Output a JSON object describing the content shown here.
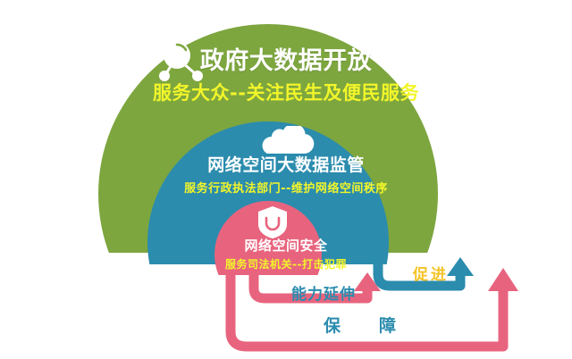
{
  "diagram": {
    "title_semantic": "government-big-data-open-hierarchy",
    "layers": [
      {
        "id": "green",
        "title": "政府大数据开放",
        "subtitle": "服务大众--关注民生及便民服务",
        "color": "#7da63f",
        "title_color": "#ffffff",
        "subtitle_color": "#f2f52a",
        "icon": "network-node-icon"
      },
      {
        "id": "blue",
        "title": "网络空间大数据监管",
        "subtitle": "服务行政执法部门--维护网络空间秩序",
        "color": "#2b8cae",
        "title_color": "#ffffff",
        "subtitle_color": "#f2f52a",
        "icon": "cloud-icon"
      },
      {
        "id": "pink",
        "title": "网络空间安全",
        "subtitle": "服务司法机关--打击犯罪",
        "color": "#e8647e",
        "title_color": "#ffffff",
        "subtitle_color": "#f2f52a",
        "icon": "shield-icon"
      }
    ],
    "arrows": [
      {
        "id": "cuijin",
        "label": "促进",
        "color": "#2b8cae",
        "label_color": "#f5c325",
        "direction": "up-right"
      },
      {
        "id": "nengli",
        "label": "能力延伸",
        "color": "#e8647e",
        "label_color": "#2b8cae",
        "direction": "up-right"
      },
      {
        "id": "baozhang",
        "label": "保　障",
        "color": "#e8647e",
        "label_color": "#2b8cae",
        "direction": "up-right"
      }
    ]
  }
}
